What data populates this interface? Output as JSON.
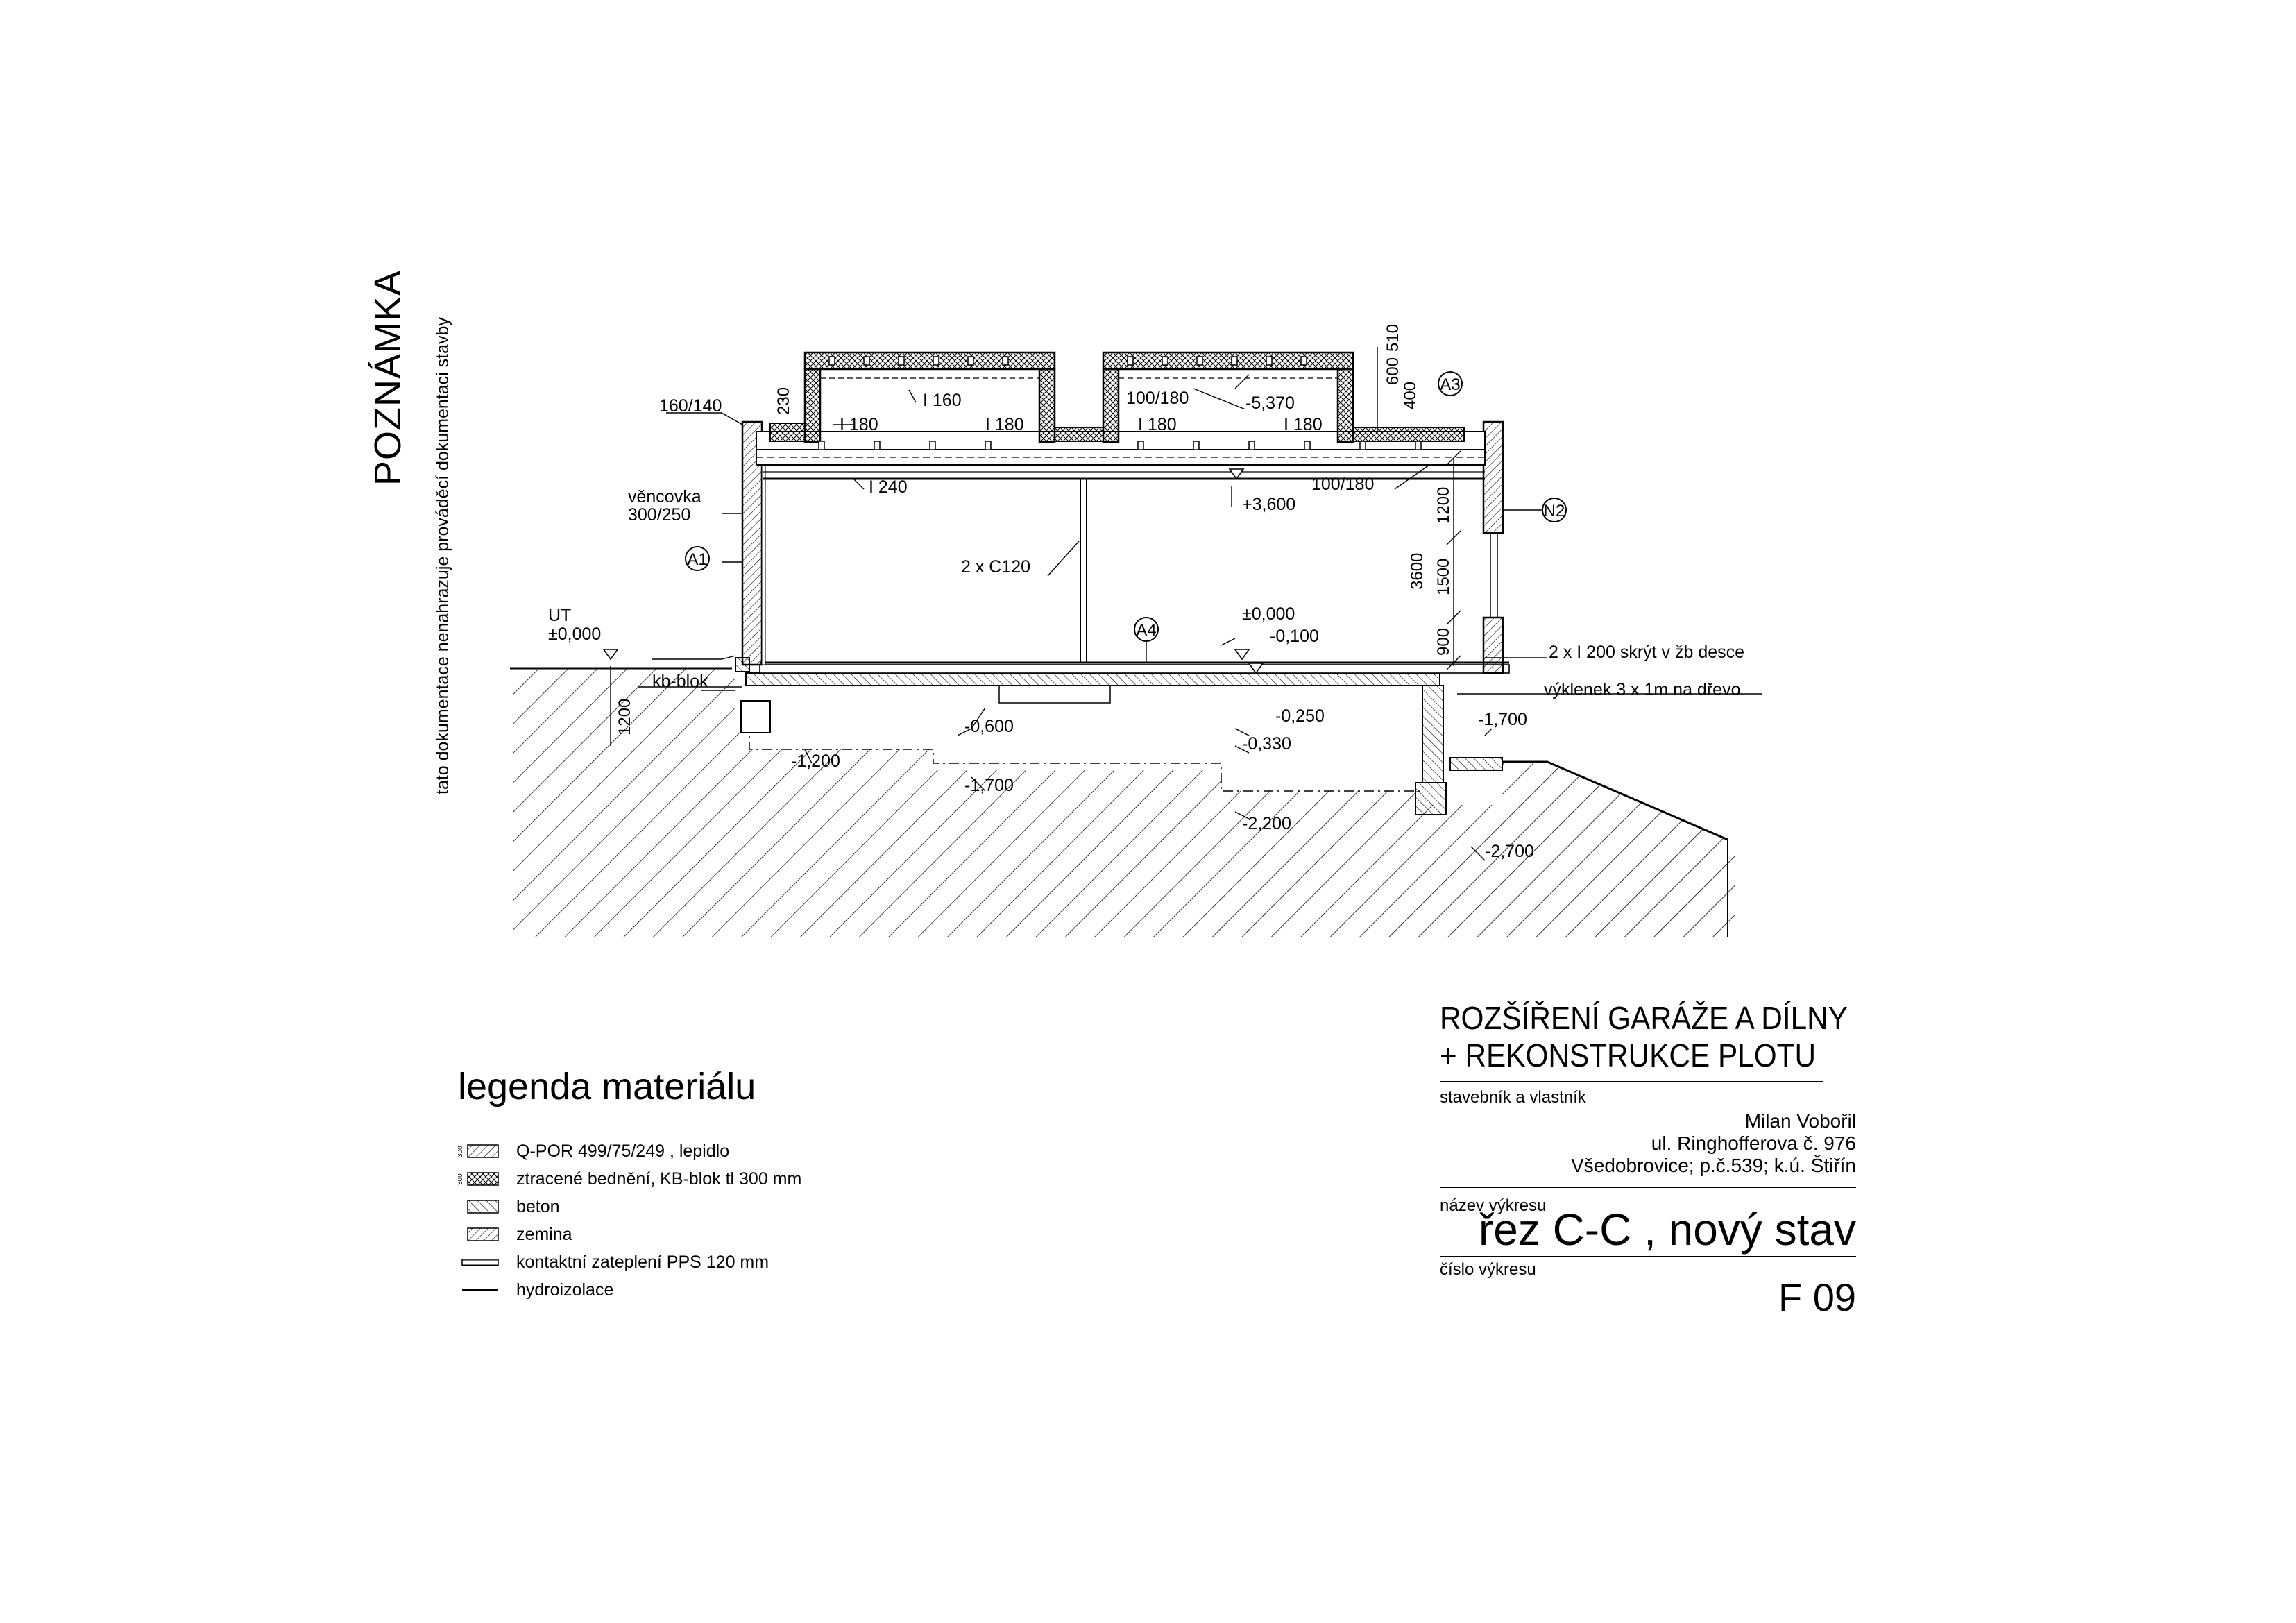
{
  "note": {
    "title": "POZNÁMKA",
    "subtitle": "tato dokumentace nenahrazuje prováděcí dokumentaci stavby"
  },
  "section": {
    "labels": {
      "l160_140": "160/140",
      "l230": "230",
      "i160": "I 160",
      "i180a": "I 180",
      "i180b": "I 180",
      "i180c": "I 180",
      "i180d": "I 180",
      "l100_180a": "100/180",
      "lev_m5370": "-5,370",
      "l600": "600",
      "l510": "510",
      "l400": "400",
      "venc1": "věncovka",
      "venc2": "300/250",
      "i240": "I 240",
      "l100_180b": "100/180",
      "lev_p3600": "+3,600",
      "c120": "2 x C120",
      "l1200v": "1200",
      "l1500": "1500",
      "l3600": "3600",
      "l900": "900",
      "ut": "UT",
      "ut_lev": "±0,000",
      "lev_000": "±0,000",
      "lev_m0100": "-0,100",
      "i200": "2 x I 200 skrýt v žb desce",
      "vyklenek": "výklenek 3 x 1m na dřevo",
      "kbblok": "kb-blok",
      "l1200b": "1200",
      "lev_m0600": "-0,600",
      "lev_m0250": "-0,250",
      "lev_m0330": "-0,330",
      "lev_m1700a": "-1,700",
      "lev_m1200": "-1,200",
      "lev_m1700b": "-1,700",
      "lev_m2200": "-2,200",
      "lev_m2700": "-2,700"
    },
    "markers": {
      "a1": "A1",
      "a3": "A3",
      "a4": "A4",
      "n2": "N2"
    }
  },
  "legend": {
    "title": "legenda materiálu",
    "dim": "300",
    "items": [
      {
        "label": "Q-POR 499/75/249 , lepidlo",
        "pattern": "diag-fine"
      },
      {
        "label": "ztracené bednění, KB-blok tl 300 mm",
        "pattern": "cross"
      },
      {
        "label": "beton",
        "pattern": "diag-dense"
      },
      {
        "label": "zemina",
        "pattern": "diag-soil"
      },
      {
        "label": "kontaktní zateplení PPS 120 mm",
        "pattern": "horiz"
      },
      {
        "label": "hydroizolace",
        "pattern": "line"
      }
    ]
  },
  "titleblock": {
    "title_line1": "ROZŠÍŘENÍ GARÁŽE A DÍLNY",
    "title_line2": "+ REKONSTRUKCE PLOTU",
    "owner_label": "stavebník a vlastník",
    "owner_name": "Milan Vobořil",
    "owner_street": "ul. Ringhofferova č. 976",
    "owner_city": "Všedobrovice; p.č.539; k.ú. Štiřín",
    "drawing_label": "název výkresu",
    "drawing_name": "řez C-C , nový stav",
    "number_label": "číslo výkresu",
    "number": "F 09"
  }
}
